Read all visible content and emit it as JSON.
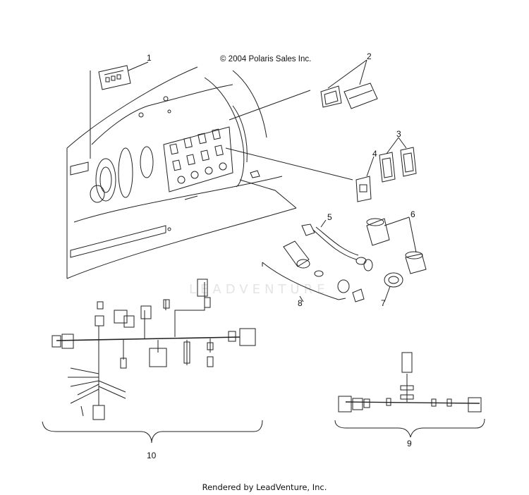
{
  "copyright": "© 2004 Polaris Sales Inc.",
  "footer": "Rendered by LeadVenture, Inc.",
  "watermark": "LEADVENTURE",
  "callouts": [
    "1",
    "2",
    "3",
    "4",
    "5",
    "6",
    "7",
    "8",
    "9",
    "10"
  ]
}
